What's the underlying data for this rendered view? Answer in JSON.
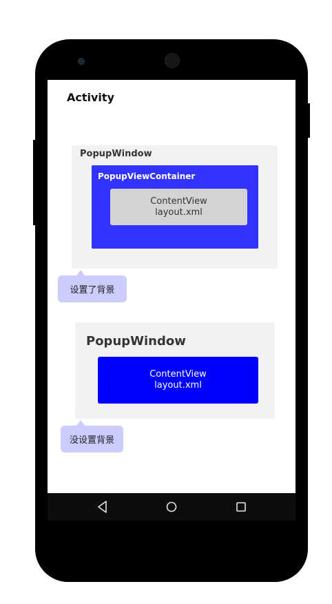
{
  "screen": {
    "activity_title": "Activity",
    "panel_with_bg": {
      "title": "PopupWindow",
      "container_title": "PopupViewContainer",
      "content_line1": "ContentView",
      "content_line2": "layout.xml",
      "callout": "设置了背景"
    },
    "panel_no_bg": {
      "title": "PopupWindow",
      "content_line1": "ContentView",
      "content_line2": "layout.xml",
      "callout": "没设置背景"
    }
  },
  "navbar": {
    "buttons": [
      "back-icon",
      "home-icon",
      "recents-icon"
    ]
  },
  "colors": {
    "panel": "#f2f2f2",
    "container": "#3333ff",
    "content_blue": "#0000ff",
    "content_gray": "#d3d3d3",
    "callout": "#ccccff"
  }
}
